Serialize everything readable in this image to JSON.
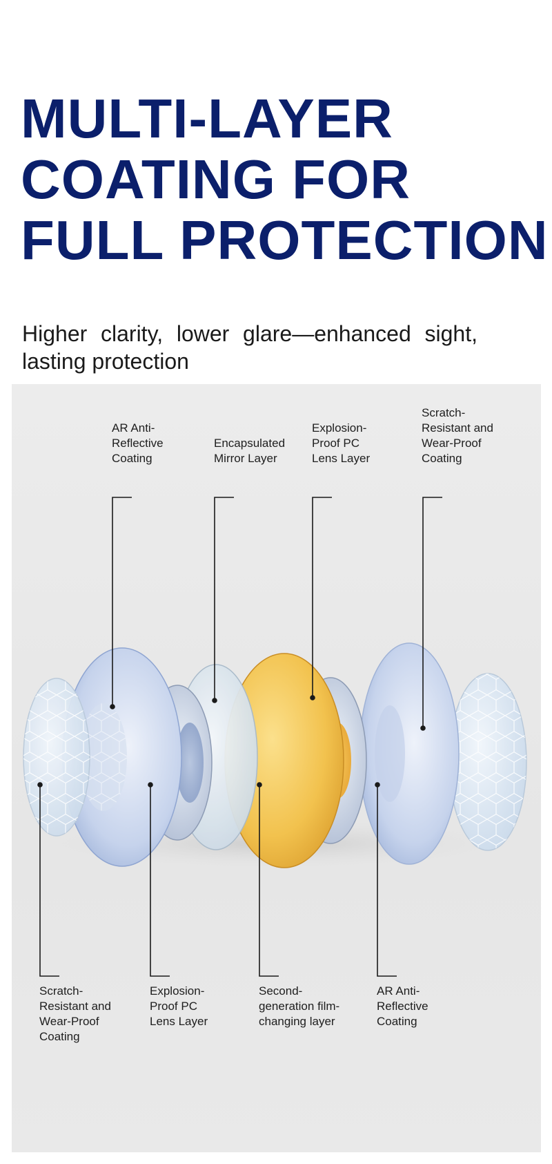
{
  "headline": {
    "lines": [
      "MULTI-LAYER",
      "COATING FOR",
      "FULL PROTECTION."
    ],
    "color": "#0b1f6b"
  },
  "subtitle": "Higher clarity, lower glare—enhanced sight, lasting protection",
  "diagram": {
    "top_labels": [
      "AR Anti-\nReflective\nCoating",
      "Encapsulated\nMirror Layer",
      "Explosion-\nProof PC\nLens Layer",
      "Scratch-\nResistant and\nWear-Proof\nCoating"
    ],
    "bottom_labels": [
      "Scratch-\nResistant and\nWear-Proof\nCoating",
      "Explosion-\nProof PC\nLens Layer",
      "Second-\ngeneration film-\nchanging layer",
      "AR Anti-\nReflective\nCoating"
    ],
    "layer_colors": {
      "honeycomb": "#d8e6f3",
      "ar_coating": "#b9cbe8",
      "pc_lens": "#c9d4e6",
      "clear": "#dbe7f1",
      "gold": "#f2c24e",
      "panel": "#e8e8e8"
    }
  }
}
